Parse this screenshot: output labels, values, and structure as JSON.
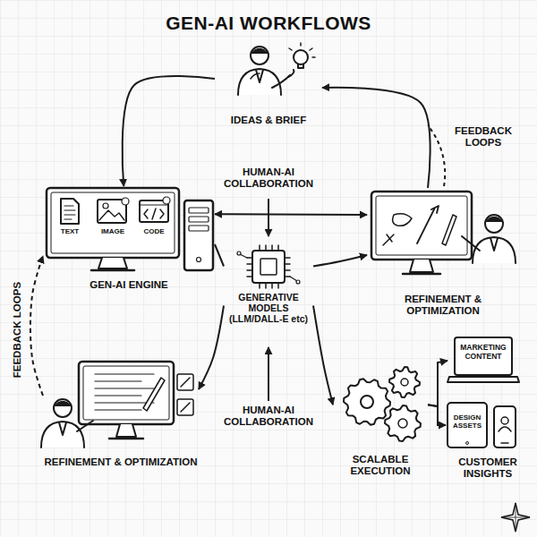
{
  "diagram": {
    "title": "GEN-AI WORKFLOWS",
    "nodes": [
      {
        "text": [
          "IDEAS & BRIEF"
        ]
      },
      {
        "text": [
          "GEN-AI ENGINE"
        ]
      },
      {
        "text": [
          "TEXT"
        ],
        "in": 1
      },
      {
        "text": [
          "IMAGE"
        ],
        "in": 1
      },
      {
        "text": [
          "CODE"
        ],
        "in": 1
      },
      {
        "text": [
          "GENERATIVE MODELS (LLM/DALL-E etc)"
        ]
      },
      {
        "text": [
          "REFINEMENT & OPTIMIZATION"
        ]
      },
      {
        "text": [
          "REFINEMENT & OPTIMIZATION"
        ]
      },
      {
        "text": [
          "SCALABLE EXECUTION"
        ]
      },
      {
        "text": [
          "MARKETING CONTENT"
        ]
      },
      {
        "text": [
          "DESIGN ASSETS"
        ]
      },
      {
        "text": [
          "CUSTOMER INSIGHTS"
        ]
      }
    ],
    "edges": [
      {
        "from": 0,
        "to": 1,
        "arrow": "to"
      },
      {
        "from": 6,
        "to": 0,
        "arrow": "to"
      },
      {
        "from": 1,
        "to": 6,
        "arrow": "both"
      },
      {
        "from": 1,
        "to": 5,
        "arrow": "none"
      },
      {
        "from": 5,
        "to": 6,
        "arrow": "to"
      },
      {
        "from": 5,
        "to": 7,
        "arrow": "to"
      },
      {
        "from": 5,
        "to": 8,
        "arrow": "to"
      },
      {
        "from": 7,
        "to": 1,
        "arrow": "to"
      },
      {
        "from": 8,
        "to": 9,
        "arrow": "to"
      },
      {
        "from": 8,
        "to": 10,
        "arrow": "to"
      }
    ],
    "labels": [
      "HUMAN-AI COLLABORATION",
      "FEEDBACK LOOPS",
      "FEEDBACK LOOPS",
      "HUMAN-AI COLLABORATION"
    ]
  }
}
